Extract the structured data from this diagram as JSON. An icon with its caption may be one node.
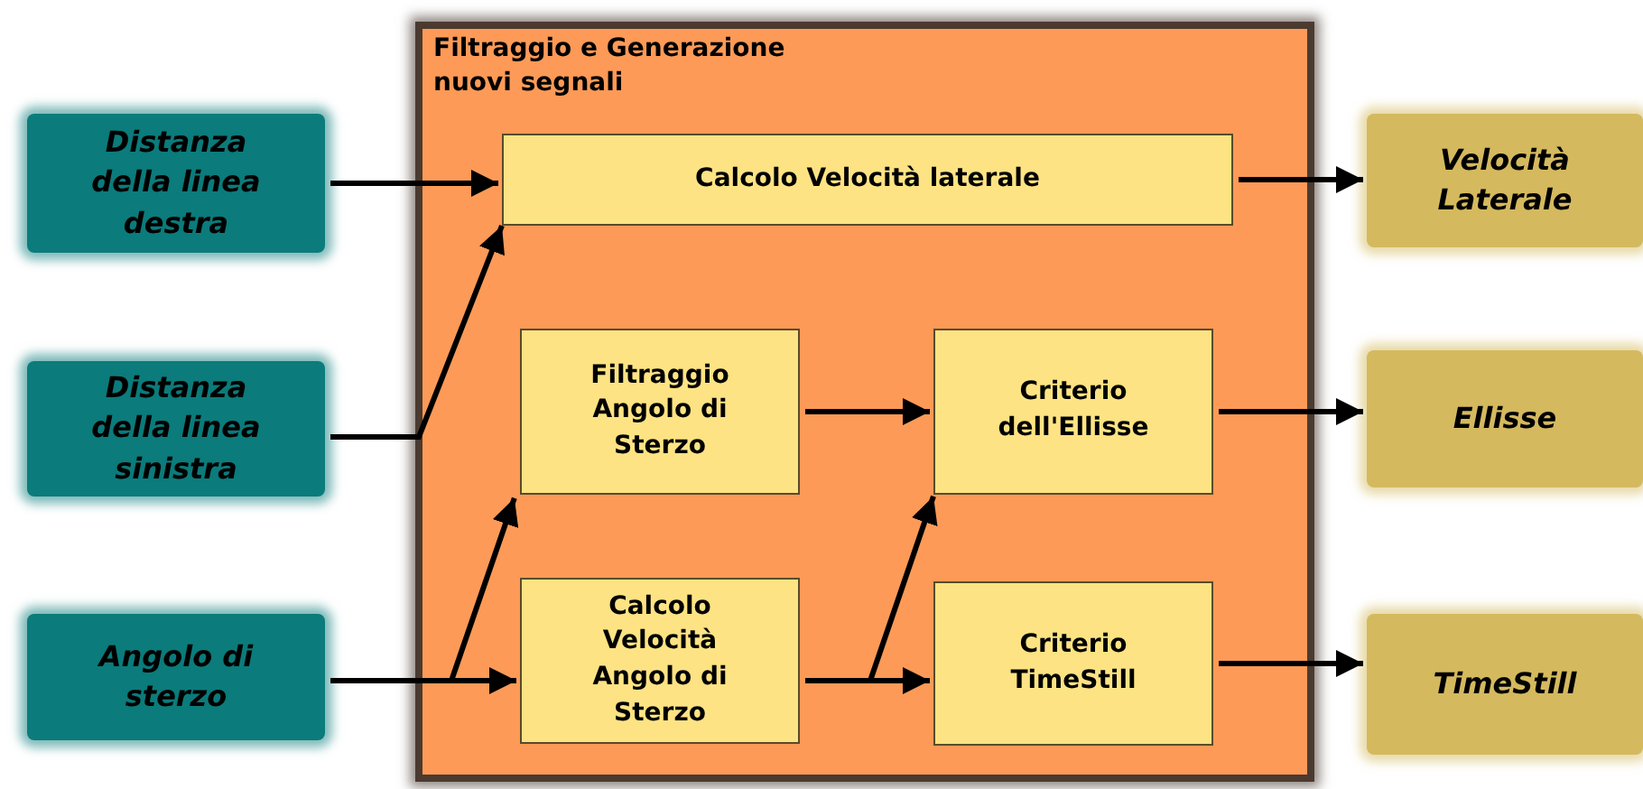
{
  "diagram": {
    "nodes": [
      {
        "text": [
          "Distanza della linea destra"
        ]
      },
      {
        "text": [
          "Distanza della linea sinistra"
        ]
      },
      {
        "text": [
          "Angolo di sterzo"
        ]
      },
      {
        "text": [
          "Filtraggio e Generazione nuovi segnali"
        ]
      },
      {
        "text": [
          "Calcolo Velocità laterale"
        ],
        "in": 3
      },
      {
        "text": [
          "Filtraggio Angolo di Sterzo"
        ],
        "in": 3
      },
      {
        "text": [
          "Criterio dell'Ellisse"
        ],
        "in": 3
      },
      {
        "text": [
          "Calcolo Velocità Angolo di Sterzo"
        ],
        "in": 3
      },
      {
        "text": [
          "Criterio TimeStill"
        ],
        "in": 3
      },
      {
        "text": [
          "Velocità Laterale"
        ]
      },
      {
        "text": [
          "Ellisse"
        ]
      },
      {
        "text": [
          "TimeStill"
        ]
      }
    ],
    "edges": [
      {
        "from": 0,
        "to": 4,
        "arrow": "to"
      },
      {
        "from": 1,
        "to": 4,
        "arrow": "to"
      },
      {
        "from": 2,
        "to": 7,
        "arrow": "to"
      },
      {
        "from": 2,
        "to": 5,
        "arrow": "to"
      },
      {
        "from": 5,
        "to": 6,
        "arrow": "to"
      },
      {
        "from": 7,
        "to": 8,
        "arrow": "to"
      },
      {
        "from": 7,
        "to": 6,
        "arrow": "to"
      },
      {
        "from": 4,
        "to": 9,
        "arrow": "to"
      },
      {
        "from": 6,
        "to": 10,
        "arrow": "to"
      },
      {
        "from": 8,
        "to": 11,
        "arrow": "to"
      }
    ]
  }
}
